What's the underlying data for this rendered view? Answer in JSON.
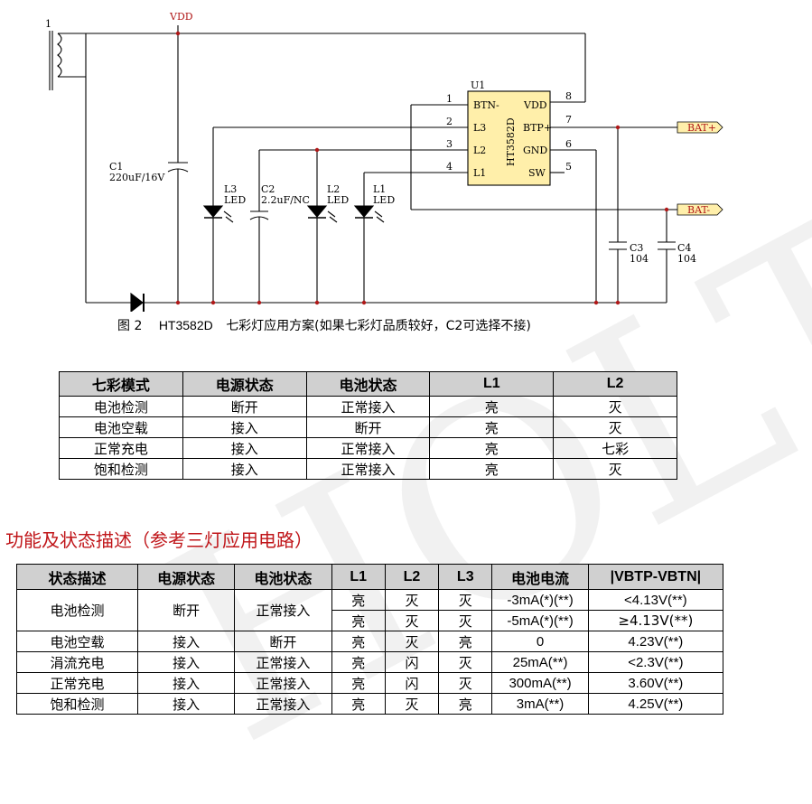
{
  "schematic": {
    "transformer_label": "1",
    "vdd_rail": "VDD",
    "ic_ref": "U1",
    "ic_part": "HT3582D",
    "pins_left": [
      {
        "num": "1",
        "name": "BTN-"
      },
      {
        "num": "2",
        "name": "L3"
      },
      {
        "num": "3",
        "name": "L2"
      },
      {
        "num": "4",
        "name": "L1"
      }
    ],
    "pins_right": [
      {
        "num": "8",
        "name": "VDD"
      },
      {
        "num": "7",
        "name": "BTP+"
      },
      {
        "num": "6",
        "name": "GND"
      },
      {
        "num": "5",
        "name": "SW"
      }
    ],
    "c1_ref": "C1",
    "c1_value": "220uF/16V",
    "l3_ref": "L3",
    "l3_type": "LED",
    "c2_ref": "C2",
    "c2_value": "2.2uF/NC",
    "l2_ref": "L2",
    "l2_type": "LED",
    "l1_ref": "L1",
    "l1_type": "LED",
    "c3_ref": "C3",
    "c3_value": "104",
    "c4_ref": "C4",
    "c4_value": "104",
    "bat_plus": "BAT+",
    "bat_minus": "BAT-"
  },
  "caption": {
    "fig_no": "图 2",
    "chip": "HT3582D",
    "text": "七彩灯应用方案(如果七彩灯品质较好，C2可选择不接)"
  },
  "mode_table": {
    "headers": [
      "七彩模式",
      "电源状态",
      "电池状态",
      "L1",
      "L2"
    ],
    "rows": [
      [
        "电池检测",
        "断开",
        "正常接入",
        "亮",
        "灭"
      ],
      [
        "电池空载",
        "接入",
        "断开",
        "亮",
        "灭"
      ],
      [
        "正常充电",
        "接入",
        "正常接入",
        "亮",
        "七彩"
      ],
      [
        "饱和检测",
        "接入",
        "正常接入",
        "亮",
        "灭"
      ]
    ]
  },
  "section_title": "功能及状态描述（参考三灯应用电路）",
  "state_table": {
    "headers": [
      "状态描述",
      "电源状态",
      "电池状态",
      "L1",
      "L2",
      "L3",
      "电池电流",
      "|VBTP-VBTN|"
    ],
    "battery_check": {
      "label": "电池检测",
      "power": "断开",
      "battery": "正常接入",
      "rows": [
        [
          "亮",
          "灭",
          "灭",
          "-3mA(*)(**)",
          "<4.13V(**)"
        ],
        [
          "亮",
          "灭",
          "灭",
          "-5mA(*)(**)",
          "≥4.13V(**)"
        ]
      ]
    },
    "rows": [
      [
        "电池空载",
        "接入",
        "断开",
        "亮",
        "灭",
        "亮",
        "0",
        "4.23V(**)"
      ],
      [
        "涓流充电",
        "接入",
        "正常接入",
        "亮",
        "闪",
        "灭",
        "25mA(**)",
        "<2.3V(**)"
      ],
      [
        "正常充电",
        "接入",
        "正常接入",
        "亮",
        "闪",
        "灭",
        "300mA(**)",
        "3.60V(**)"
      ],
      [
        "饱和检测",
        "接入",
        "正常接入",
        "亮",
        "灭",
        "亮",
        "3mA(**)",
        "4.25V(**)"
      ]
    ]
  }
}
